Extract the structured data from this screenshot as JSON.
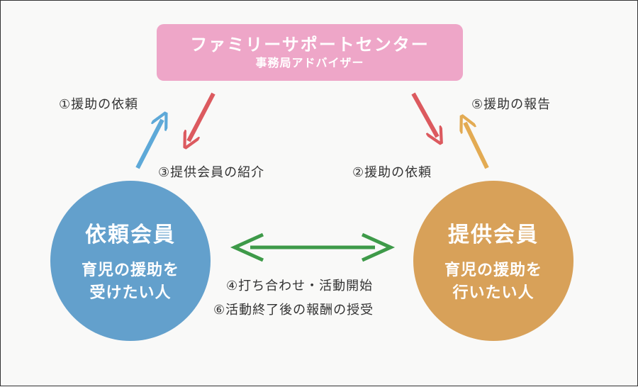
{
  "center": {
    "title": "ファミリーサポートセンター",
    "subtitle": "事務局アドバイザー",
    "color": "#eea6c8"
  },
  "left_member": {
    "title": "依頼会員",
    "line1": "育児の援助を",
    "line2": "受けたい人",
    "color": "#63a0cc"
  },
  "right_member": {
    "title": "提供会員",
    "line1": "育児の援助を",
    "line2": "行いたい人",
    "color": "#d8a159"
  },
  "steps": {
    "s1": "①援助の依頼",
    "s2": "②援助の依頼",
    "s3": "③提供会員の紹介",
    "s4": "④打ち合わせ・活動開始",
    "s5": "⑤援助の報告",
    "s6": "⑥活動終了後の報酬の授受"
  },
  "arrow_colors": {
    "blue": "#5ea9d8",
    "red": "#dc5a5f",
    "orange": "#e3ab53",
    "green": "#3e9a49"
  }
}
